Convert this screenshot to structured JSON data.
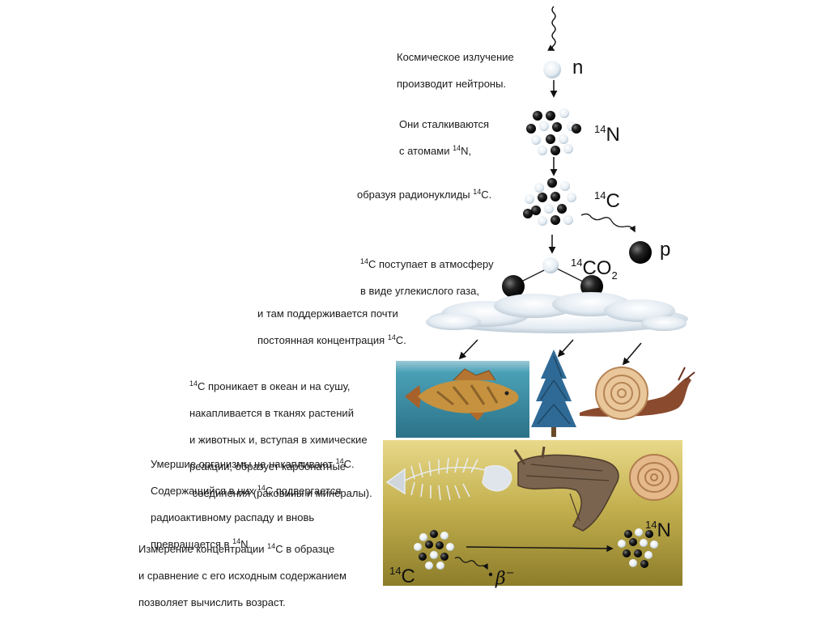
{
  "steps": {
    "s1": {
      "line1": "Космическое излучение",
      "line2": "производит нейтроны."
    },
    "s2": {
      "line1": "Они сталкиваются",
      "line2_pre": "с атомами ",
      "line2_sup": "14",
      "line2_post": "N,"
    },
    "s3": {
      "pre": "образуя радионуклиды ",
      "sup": "14",
      "post": "C."
    },
    "s4": {
      "sup": "14",
      "line1_post": "C поступает в атмосферу",
      "line2": "в виде углекислого газа,"
    },
    "s5": {
      "line1": "и там поддерживается почти",
      "line2_pre": "постоянная концентрация ",
      "line2_sup": "14",
      "line2_post": "C."
    },
    "s6": {
      "sup": "14",
      "line1_post": "C проникает в океан и на сушу,",
      "line2": "накапливается в тканях растений",
      "line3": "и животных и, вступая в химические",
      "line4": "реакции, образует карбонатные",
      "line5": " соединения (раковины и минералы)."
    },
    "s7": {
      "line1_pre": "Умершие организмы не накапливают ",
      "line1_sup": "14",
      "line1_post": "C.",
      "line2_pre": "Содержащийся в них ",
      "line2_sup": "14",
      "line2_post": "C подвергается",
      "line3": "радиоактивному распаду и вновь",
      "line4_pre": "превращается в ",
      "line4_sup": "14",
      "line4_post": "N."
    },
    "s8": {
      "line1_pre": "Измерение концентрации ",
      "line1_sup": "14",
      "line1_post": "C в образце",
      "line2": "и сравнение с его исходным содержанием",
      "line3": "позволяет вычислить возраст."
    }
  },
  "labels": {
    "neutron": "n",
    "n14_sup": "14",
    "n14": "N",
    "c14_sup": "14",
    "c14": "C",
    "proton": "p",
    "co2_sup": "14",
    "co2": "CO",
    "co2_sub": "2",
    "bottom_n14_sup": "14",
    "bottom_n14": "N",
    "bottom_c14_sup": "14",
    "bottom_c14": "C",
    "beta": "β",
    "beta_sup": "−"
  },
  "colors": {
    "water": "#3b8fa7",
    "soil_top": "#d8c76a",
    "soil_bottom": "#8a7a28",
    "cloud": "#d6e2ec",
    "dark_particle": "#1e1e1e",
    "light_particle": "#eef3f7"
  }
}
